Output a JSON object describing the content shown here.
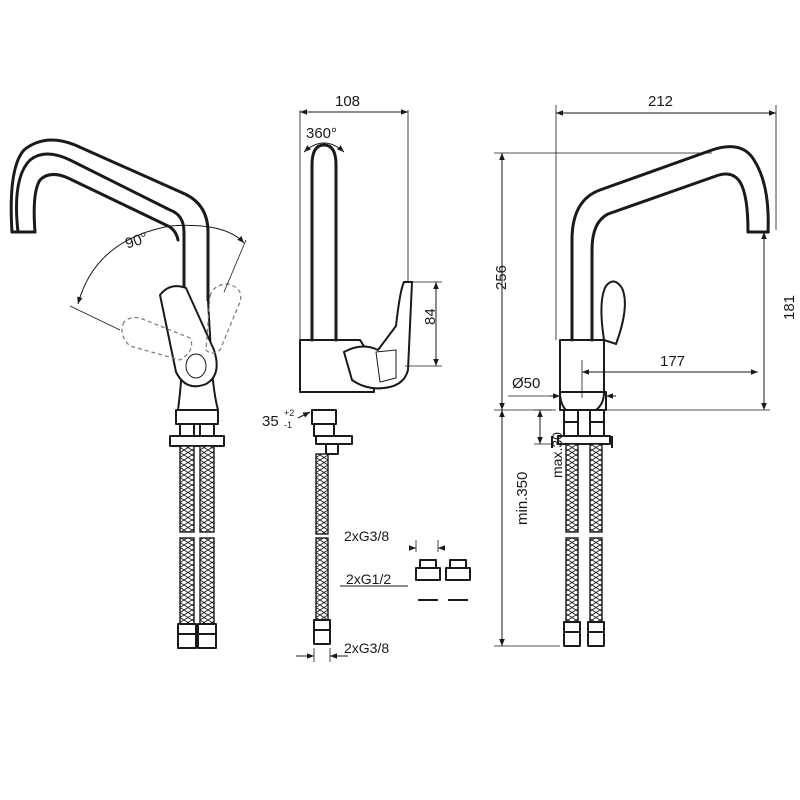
{
  "dimensions": {
    "rotation_lever": "90°",
    "rotation_spout": "360°",
    "depth": "108",
    "lever_height": "84",
    "hole_diameter_base": "35",
    "hole_tol_plus": "+2",
    "hole_tol_minus": "-1",
    "reach": "212",
    "total_height": "256",
    "outlet_height": "181",
    "spout_projection": "177",
    "base_diameter": "Ø50",
    "max_worktop": "max.30",
    "hose_length": "min.350",
    "thread_top": "2xG3/8",
    "thread_adapter": "2xG1/2",
    "thread_bottom": "2xG3/8"
  }
}
